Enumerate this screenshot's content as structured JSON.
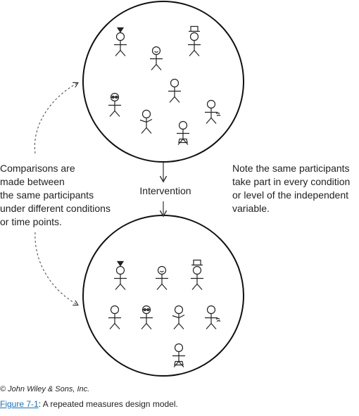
{
  "diagram": {
    "left_note": [
      "Comparisons are",
      "made between",
      "the same participants",
      "under different conditions",
      "or time points."
    ],
    "right_note": [
      "Note the same participants",
      "take part in every condition",
      "or level of the independent",
      "variable."
    ],
    "intervention_label": "Intervention"
  },
  "credit": "© John Wiley & Sons, Inc.",
  "caption": {
    "figure_link": "Figure 7-1",
    "separator": ":",
    "text": " A repeated measures design model."
  },
  "participants": [
    "tri-hat",
    "smiley",
    "top-hat",
    "plain",
    "glasses",
    "wavy-arms",
    "swirl-head",
    "skirt"
  ],
  "colors": {
    "line": "#222222",
    "link": "#1a73b8"
  }
}
